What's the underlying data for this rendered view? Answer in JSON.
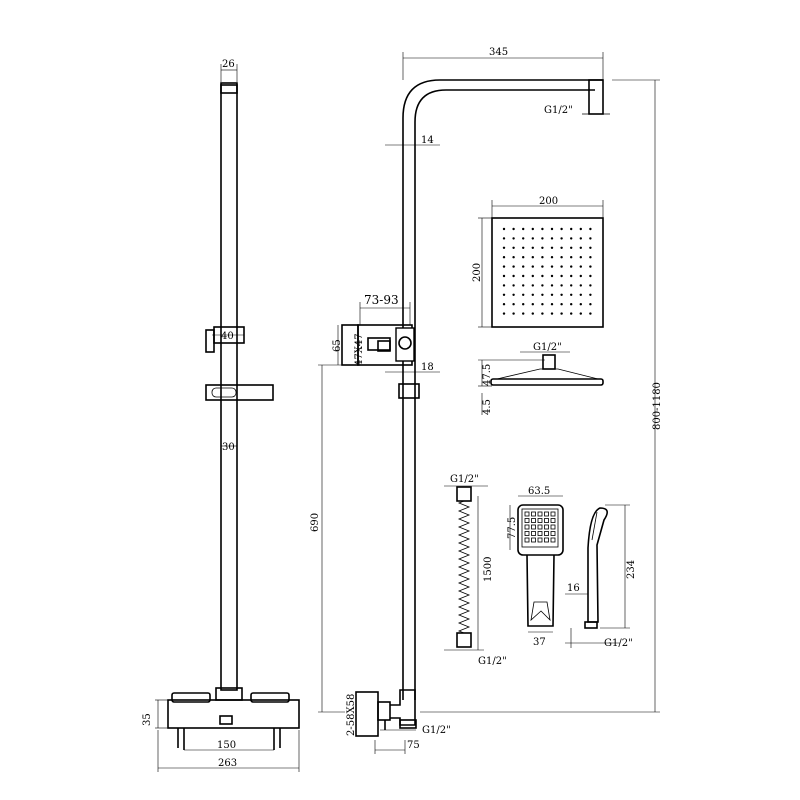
{
  "dimensions": {
    "rail_top_width": "26",
    "bracket_width": "40",
    "rail_diameter": "30",
    "valve_height": "35",
    "valve_centres": "150",
    "valve_width": "263",
    "arm_length": "345",
    "arm_thread": "G1/2\"",
    "riser_diameter": "14",
    "wall_bracket_range": "73-93",
    "wall_bracket_size": "47X47",
    "wall_bracket_height": "65",
    "slider_diameter": "18",
    "inlet_height": "690",
    "inlet_size": "2-58X58",
    "inlet_thread": "G1/2\"",
    "inlet_offset": "75",
    "total_height": "800-1180",
    "head_width": "200",
    "head_depth": "200",
    "head_thread": "G1/2\"",
    "head_height": "47.5",
    "head_thickness": "4.5",
    "hose_thread_top": "G1/2\"",
    "hose_length": "1500",
    "hose_thread_bottom": "G1/2\"",
    "handset_width": "63.5",
    "handset_face_height": "77.5",
    "handset_handle_width": "37",
    "handset_length": "234",
    "handset_depth": "16",
    "handset_thread": "G1/2\""
  }
}
